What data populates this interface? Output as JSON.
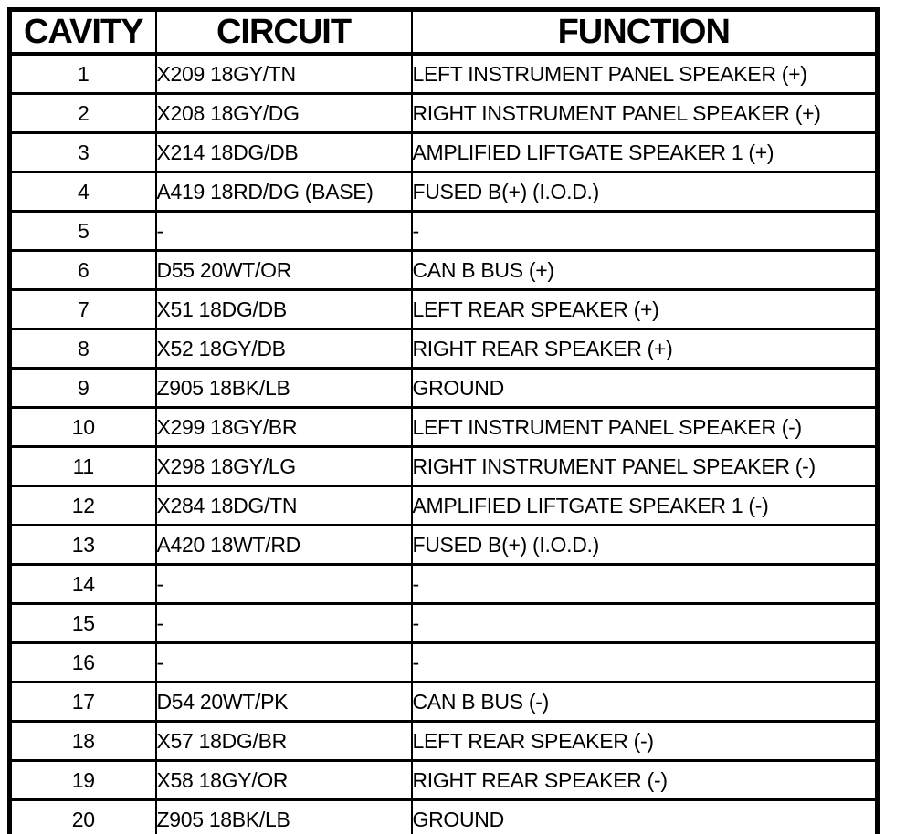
{
  "colors": {
    "border": "#000000",
    "background": "#ffffff",
    "text": "#000000"
  },
  "table": {
    "headers": {
      "cavity": "CAVITY",
      "circuit": "CIRCUIT",
      "function": "FUNCTION"
    },
    "rows": [
      {
        "cavity": "1",
        "circuit": "X209 18GY/TN",
        "function": "LEFT INSTRUMENT PANEL SPEAKER (+)"
      },
      {
        "cavity": "2",
        "circuit": "X208 18GY/DG",
        "function": "RIGHT INSTRUMENT PANEL SPEAKER (+)"
      },
      {
        "cavity": "3",
        "circuit": "X214 18DG/DB",
        "function": "AMPLIFIED LIFTGATE SPEAKER 1 (+)"
      },
      {
        "cavity": "4",
        "circuit": "A419 18RD/DG (BASE)",
        "function": "FUSED B(+) (I.O.D.)"
      },
      {
        "cavity": "5",
        "circuit": "-",
        "function": "-"
      },
      {
        "cavity": "6",
        "circuit": "D55 20WT/OR",
        "function": "CAN B BUS (+)"
      },
      {
        "cavity": "7",
        "circuit": "X51 18DG/DB",
        "function": "LEFT REAR SPEAKER (+)"
      },
      {
        "cavity": "8",
        "circuit": "X52 18GY/DB",
        "function": "RIGHT REAR SPEAKER (+)"
      },
      {
        "cavity": "9",
        "circuit": "Z905 18BK/LB",
        "function": "GROUND"
      },
      {
        "cavity": "10",
        "circuit": "X299 18GY/BR",
        "function": "LEFT INSTRUMENT PANEL SPEAKER (-)"
      },
      {
        "cavity": "11",
        "circuit": "X298 18GY/LG",
        "function": "RIGHT INSTRUMENT PANEL SPEAKER (-)"
      },
      {
        "cavity": "12",
        "circuit": "X284 18DG/TN",
        "function": "AMPLIFIED LIFTGATE SPEAKER 1 (-)"
      },
      {
        "cavity": "13",
        "circuit": "A420 18WT/RD",
        "function": "FUSED B(+) (I.O.D.)"
      },
      {
        "cavity": "14",
        "circuit": "-",
        "function": "-"
      },
      {
        "cavity": "15",
        "circuit": "-",
        "function": "-"
      },
      {
        "cavity": "16",
        "circuit": "-",
        "function": "-"
      },
      {
        "cavity": "17",
        "circuit": "D54 20WT/PK",
        "function": "CAN B BUS (-)"
      },
      {
        "cavity": "18",
        "circuit": "X57 18DG/BR",
        "function": "LEFT REAR SPEAKER (-)"
      },
      {
        "cavity": "19",
        "circuit": "X58 18GY/OR",
        "function": "RIGHT REAR SPEAKER (-)"
      },
      {
        "cavity": "20",
        "circuit": "Z905 18BK/LB",
        "function": "GROUND"
      }
    ]
  }
}
